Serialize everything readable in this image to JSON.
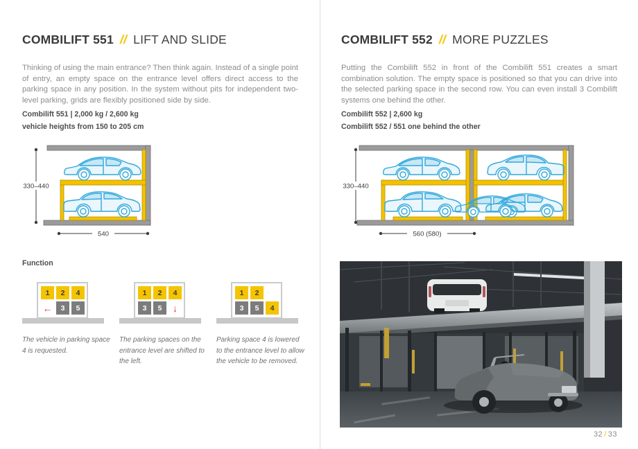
{
  "colors": {
    "accent_yellow": "#F5C400",
    "heading_text": "#3A3A3A",
    "body_text": "#8C8C8C",
    "spec_text": "#4D4D4D",
    "car_blue": "#2FA8DC",
    "structure_gray": "#9B9B9B",
    "grid_cell_gray": "#7C7C7C",
    "arrow_red": "#E5332A"
  },
  "left_page": {
    "title": "COMBILIFT 551",
    "slashes": "//",
    "subtitle": "LIFT AND SLIDE",
    "body": "Thinking of using the main entrance? Then think again. Instead of a single point of entry, an empty space on the entrance level offers direct access to the parking space in any position. In the system without pits for independent two-level parking, grids are flexibly positioned side by side.",
    "spec_line1": "Combilift 551 | 2,000 kg / 2,600 kg",
    "spec_line2": "vehicle heights from 150 to 205 cm",
    "diagram": {
      "height_label": "330–440",
      "width_label": "540"
    },
    "function": {
      "heading": "Function",
      "steps": [
        {
          "rows": [
            [
              {
                "label": "1",
                "type": "yellow"
              },
              {
                "label": "2",
                "type": "yellow"
              },
              {
                "label": "4",
                "type": "yellow"
              }
            ],
            [
              {
                "label": "←",
                "type": "arrow"
              },
              {
                "label": "3",
                "type": "gray"
              },
              {
                "label": "5",
                "type": "gray"
              }
            ]
          ],
          "caption": "The vehicle in parking space 4 is requested."
        },
        {
          "rows": [
            [
              {
                "label": "1",
                "type": "yellow"
              },
              {
                "label": "2",
                "type": "yellow"
              },
              {
                "label": "4",
                "type": "yellow"
              }
            ],
            [
              {
                "label": "3",
                "type": "gray"
              },
              {
                "label": "5",
                "type": "gray"
              },
              {
                "label": "↓",
                "type": "arrow"
              }
            ]
          ],
          "caption": "The parking spaces on the entrance level are shifted to the left."
        },
        {
          "rows": [
            [
              {
                "label": "1",
                "type": "yellow"
              },
              {
                "label": "2",
                "type": "yellow"
              },
              {
                "label": "",
                "type": "empty"
              }
            ],
            [
              {
                "label": "3",
                "type": "gray"
              },
              {
                "label": "5",
                "type": "gray"
              },
              {
                "label": "4",
                "type": "yellow"
              }
            ]
          ],
          "caption": "Parking space 4 is lowered to the entrance level to allow the vehicle to be removed."
        }
      ]
    }
  },
  "right_page": {
    "title": "COMBILIFT 552",
    "slashes": "//",
    "subtitle": "MORE PUZZLES",
    "body": "Putting the Combilift 552 in front of the Combilift 551 creates a smart combination solution. The empty space is positioned so that you can drive into the selected parking space in the second row. You can even install 3 Combilift systems one behind the other.",
    "spec_line1": "Combilift 552 | 2,600 kg",
    "spec_line2": "Combilift 552 / 551 one behind the other",
    "diagram": {
      "height_label": "330–440",
      "width_label": "560 (580)"
    },
    "photo_alt": "Parking garage: white SUV on raised lift platform above a classic convertible at entrance level"
  },
  "footer": {
    "page_left": "32",
    "separator": "/",
    "page_right": "33"
  }
}
